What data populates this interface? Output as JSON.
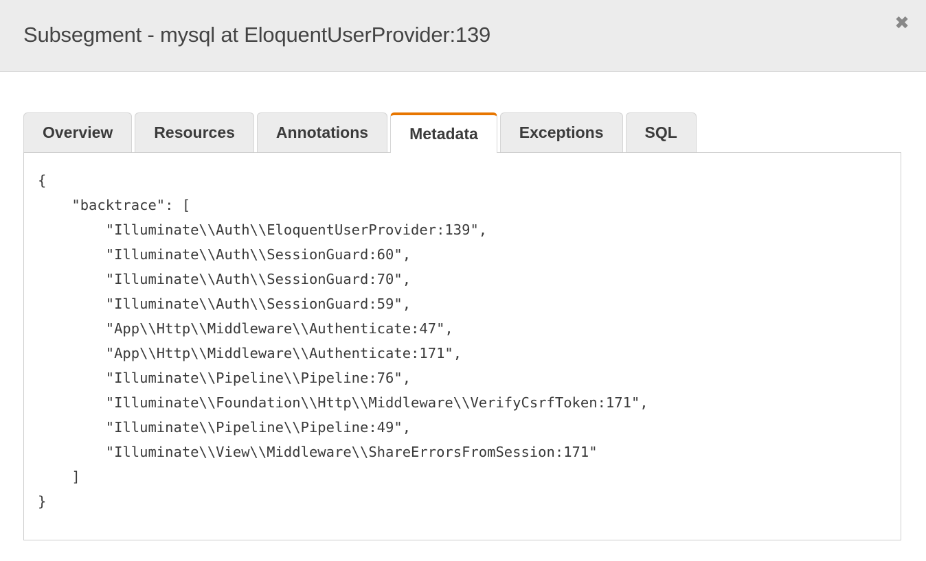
{
  "header": {
    "title": "Subsegment - mysql at EloquentUserProvider:139",
    "close_label": "✖",
    "close_icon": "close-icon",
    "background": "#ececec",
    "title_color": "#444444"
  },
  "tabs": {
    "active_index": 3,
    "accent_color": "#e77600",
    "items": [
      {
        "label": "Overview",
        "active": false
      },
      {
        "label": "Resources",
        "active": false
      },
      {
        "label": "Annotations",
        "active": false
      },
      {
        "label": "Metadata",
        "active": true
      },
      {
        "label": "Exceptions",
        "active": false
      },
      {
        "label": "SQL",
        "active": false
      }
    ]
  },
  "metadata_panel": {
    "content_type": "json",
    "json_text": "{\n    \"backtrace\": [\n        \"Illuminate\\\\Auth\\\\EloquentUserProvider:139\",\n        \"Illuminate\\\\Auth\\\\SessionGuard:60\",\n        \"Illuminate\\\\Auth\\\\SessionGuard:70\",\n        \"Illuminate\\\\Auth\\\\SessionGuard:59\",\n        \"App\\\\Http\\\\Middleware\\\\Authenticate:47\",\n        \"App\\\\Http\\\\Middleware\\\\Authenticate:171\",\n        \"Illuminate\\\\Pipeline\\\\Pipeline:76\",\n        \"Illuminate\\\\Foundation\\\\Http\\\\Middleware\\\\VerifyCsrfToken:171\",\n        \"Illuminate\\\\Pipeline\\\\Pipeline:49\",\n        \"Illuminate\\\\View\\\\Middleware\\\\ShareErrorsFromSession:171\"\n    ]\n}",
    "key": "backtrace",
    "backtrace": [
      "Illuminate\\\\Auth\\\\EloquentUserProvider:139",
      "Illuminate\\\\Auth\\\\SessionGuard:60",
      "Illuminate\\\\Auth\\\\SessionGuard:70",
      "Illuminate\\\\Auth\\\\SessionGuard:59",
      "App\\\\Http\\\\Middleware\\\\Authenticate:47",
      "App\\\\Http\\\\Middleware\\\\Authenticate:171",
      "Illuminate\\\\Pipeline\\\\Pipeline:76",
      "Illuminate\\\\Foundation\\\\Http\\\\Middleware\\\\VerifyCsrfToken:171",
      "Illuminate\\\\Pipeline\\\\Pipeline:49",
      "Illuminate\\\\View\\\\Middleware\\\\ShareErrorsFromSession:171"
    ],
    "text_color": "#3a3a3a",
    "border_color": "#cccccc"
  }
}
